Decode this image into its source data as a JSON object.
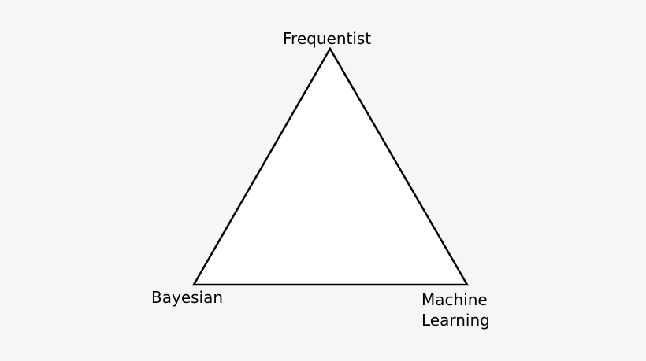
{
  "diagram": {
    "vertices": {
      "top": {
        "label": "Frequentist"
      },
      "bottom_left": {
        "label": "Bayesian"
      },
      "bottom_right": {
        "label_line1": "Machine",
        "label_line2": "Learning"
      }
    },
    "colors": {
      "background": "#f6f6f6",
      "fill": "#ffffff",
      "stroke": "#000000"
    }
  }
}
